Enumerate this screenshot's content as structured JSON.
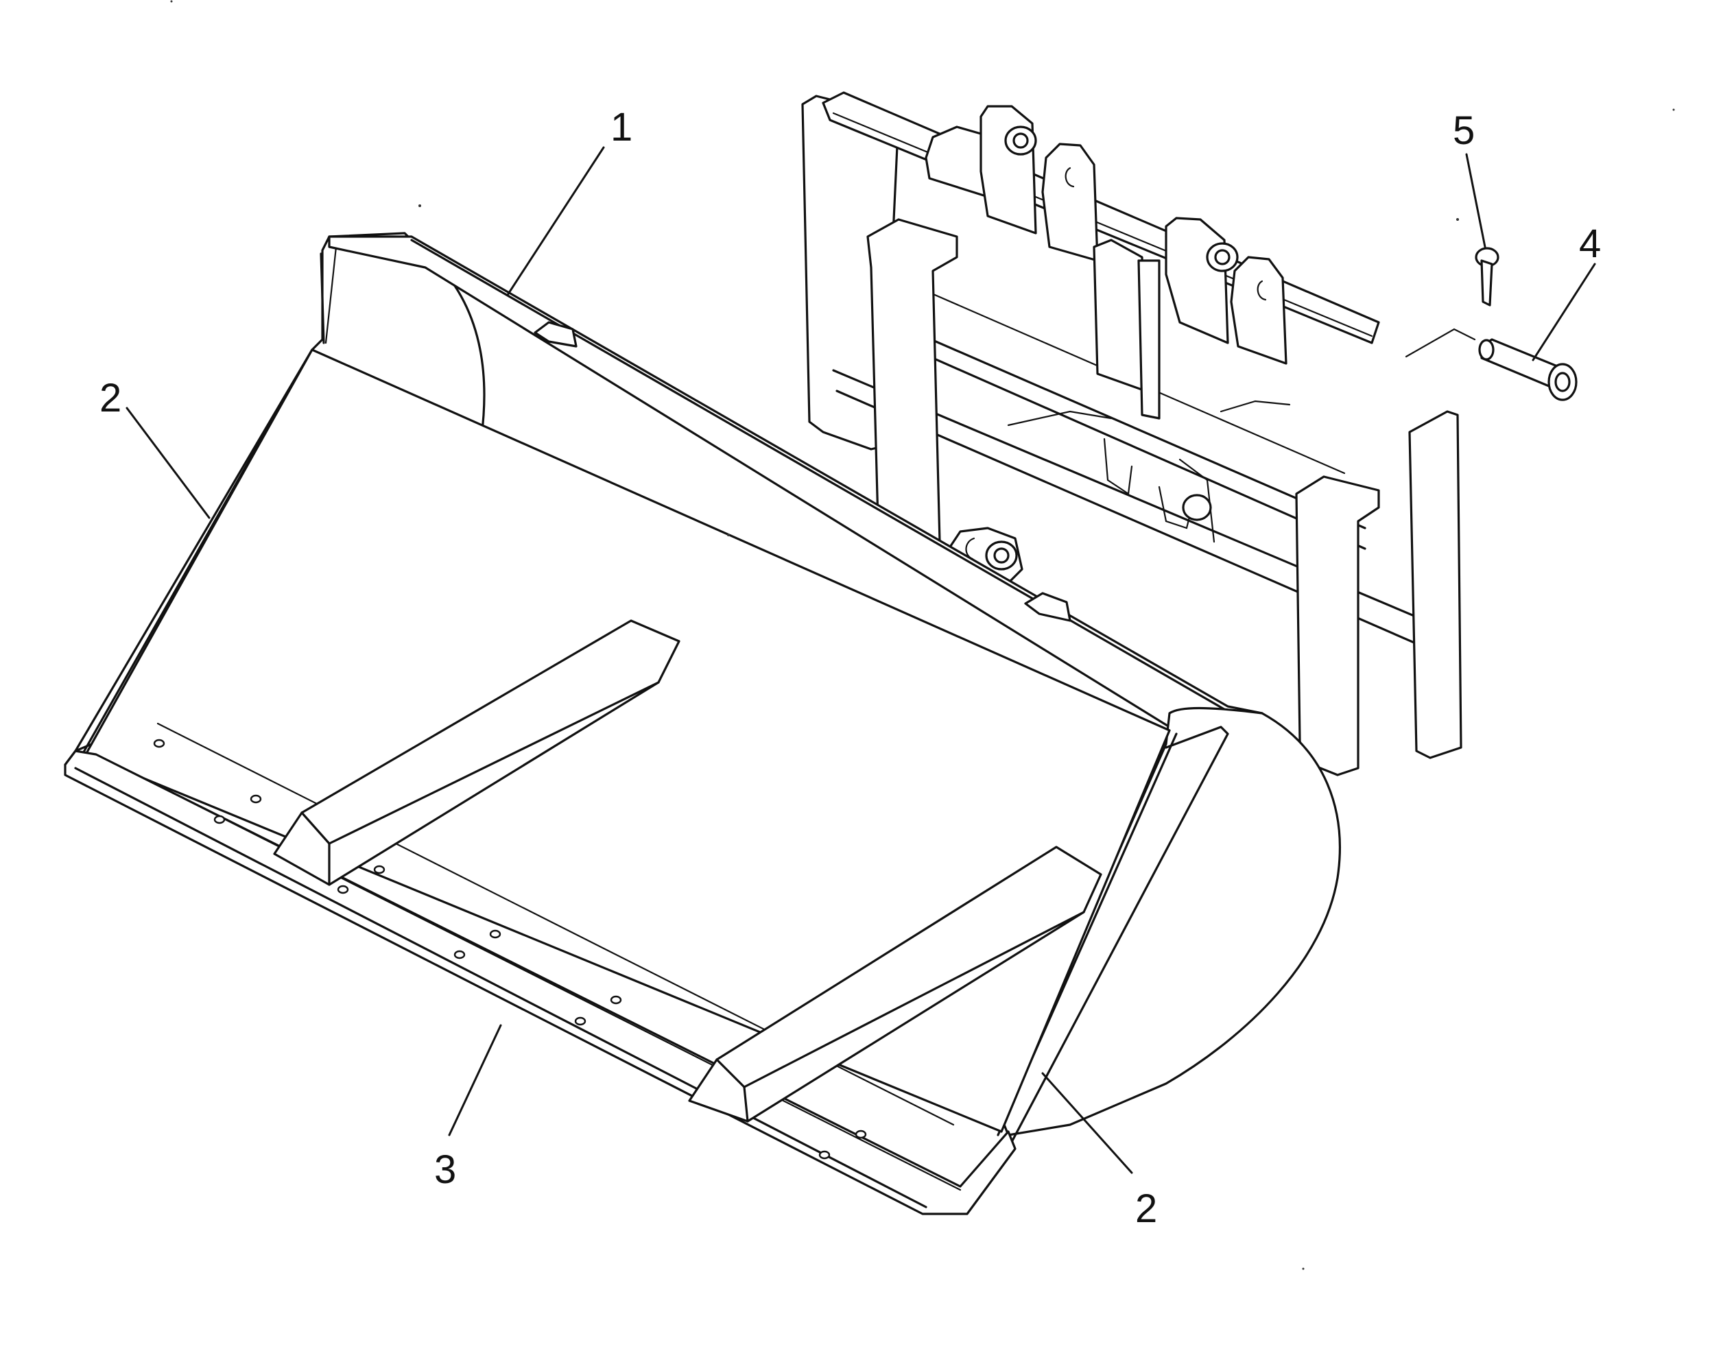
{
  "callouts": [
    {
      "id": "callout-1",
      "text": "1"
    },
    {
      "id": "callout-2-left",
      "text": "2"
    },
    {
      "id": "callout-2-right",
      "text": "2"
    },
    {
      "id": "callout-3",
      "text": "3"
    },
    {
      "id": "callout-4",
      "text": "4"
    },
    {
      "id": "callout-5",
      "text": "5"
    }
  ],
  "colors": {
    "ink": "#111111",
    "paper": "#ffffff"
  }
}
